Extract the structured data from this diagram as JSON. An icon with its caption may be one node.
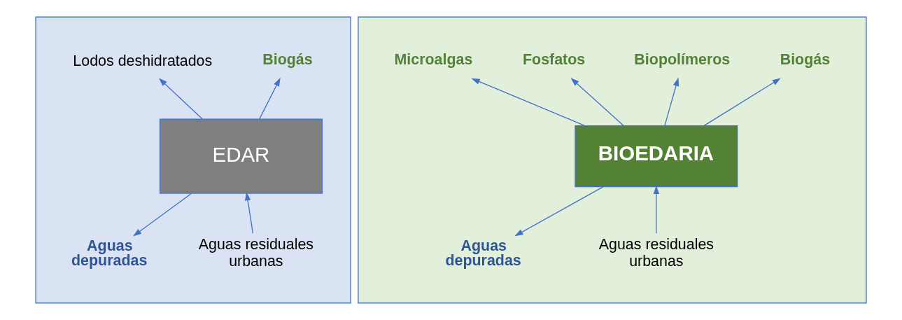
{
  "diagram": {
    "nodes": [
      {
        "text": [],
        "shape": "box"
      },
      {
        "text": [
          "EDAR"
        ],
        "in": 0
      },
      {
        "text": [
          "Lodos deshidratados"
        ],
        "in": 0
      },
      {
        "text": [
          "Biogás"
        ],
        "in": 0
      },
      {
        "text": [
          "Aguas residuales urbanas"
        ],
        "in": 0
      },
      {
        "text": [
          "Aguas depuradas"
        ],
        "in": 0
      },
      {
        "text": [],
        "shape": "box"
      },
      {
        "text": [
          "BIOEDARIA"
        ],
        "in": 6
      },
      {
        "text": [
          "Microalgas"
        ],
        "in": 6
      },
      {
        "text": [
          "Fosfatos"
        ],
        "in": 6
      },
      {
        "text": [
          "Biopolímeros"
        ],
        "in": 6
      },
      {
        "text": [
          "Biogás"
        ],
        "in": 6
      },
      {
        "text": [
          "Aguas residuales urbanas"
        ],
        "in": 6
      },
      {
        "text": [
          "Aguas depuradas"
        ],
        "in": 6
      }
    ],
    "edges": [
      {
        "from": 4,
        "to": 1,
        "arrow": "to"
      },
      {
        "from": 1,
        "to": 2,
        "arrow": "to"
      },
      {
        "from": 1,
        "to": 3,
        "arrow": "to"
      },
      {
        "from": 1,
        "to": 5,
        "arrow": "to"
      },
      {
        "from": 12,
        "to": 7,
        "arrow": "to"
      },
      {
        "from": 7,
        "to": 8,
        "arrow": "to"
      },
      {
        "from": 7,
        "to": 9,
        "arrow": "to"
      },
      {
        "from": 7,
        "to": 10,
        "arrow": "to"
      },
      {
        "from": 7,
        "to": 11,
        "arrow": "to"
      },
      {
        "from": 7,
        "to": 13,
        "arrow": "to"
      }
    ]
  }
}
